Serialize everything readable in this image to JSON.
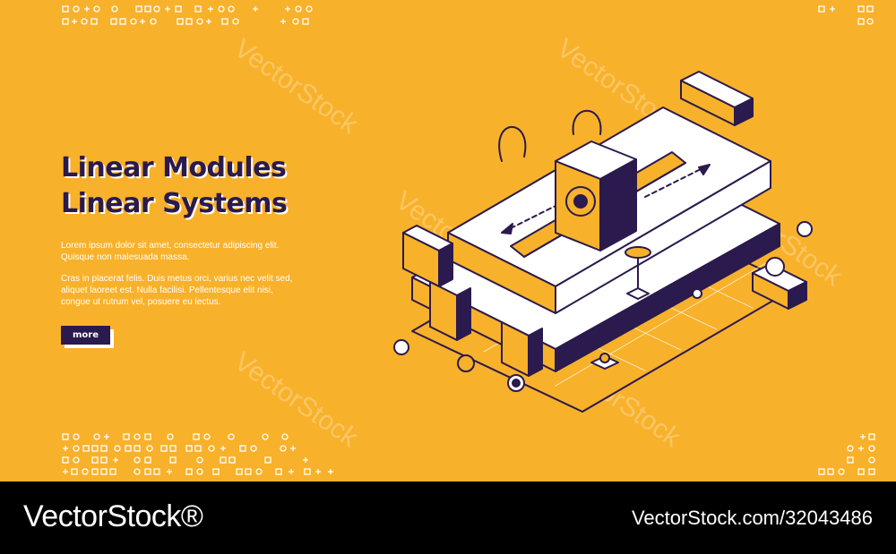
{
  "banner": {
    "headline_line1": "Linear Modules",
    "headline_line2": "Linear Systems",
    "paragraph1": "Lorem ipsum dolor sit amet, consectetur adipiscing elit. Quisque non malesuada massa.",
    "paragraph2": "Cras in placerat felis. Duis metus orci, varius nec velit sed, aliquet laoreet est. Nulla facilisi. Pellentesque elit nisi, congue ut rutrum vel, posuere eu lectus.",
    "button_label": "more"
  },
  "watermark": "VectorStock",
  "footer": {
    "brand": "VectorStock®",
    "image_id": "VectorStock.com/32043486"
  },
  "colors": {
    "background": "#f8b12a",
    "ink": "#2b1a4d",
    "footer": "#000000"
  },
  "icons": [
    "geometric-pattern-icon",
    "linear-module-machine-icon"
  ]
}
